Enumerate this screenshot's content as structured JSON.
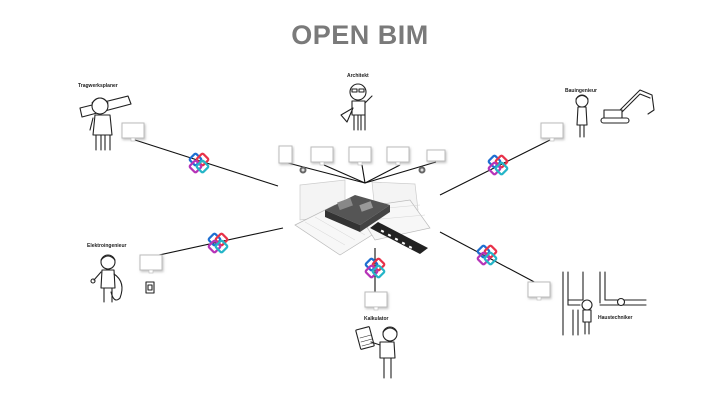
{
  "title": "OPEN BIM",
  "colors": {
    "title": "#7a7a7a",
    "line": "#111111",
    "logo_blue": "#1f6fd1",
    "logo_red": "#e8324a",
    "logo_magenta": "#b634b8",
    "logo_cyan": "#25b5c8"
  },
  "hub": {
    "name": "central-bim-model",
    "description": "3D building model with plans"
  },
  "connector_icon": "ifc-openbim-logo-icon",
  "roles": [
    {
      "id": "tragwerksplaner",
      "label": "Tragwerksplaner",
      "icon": "structural-planner-figure-icon"
    },
    {
      "id": "architekt",
      "label": "Architekt",
      "icon": "architect-figure-icon"
    },
    {
      "id": "bauingenieur",
      "label": "Bauingenieur",
      "icon": "civil-engineer-excavator-icon"
    },
    {
      "id": "elektroingenieur",
      "label": "Elektroingenieur",
      "icon": "electrical-engineer-figure-icon"
    },
    {
      "id": "kalkulator",
      "label": "Kalkulator",
      "icon": "estimator-calculator-figure-icon"
    },
    {
      "id": "haustechniker",
      "label": "Haustechniker",
      "icon": "building-services-pipes-icon"
    }
  ]
}
